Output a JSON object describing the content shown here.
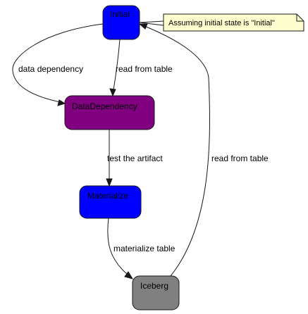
{
  "states": {
    "initial": {
      "label": "Initial",
      "fill": "#0000ff"
    },
    "dependency": {
      "label": "DataDependency",
      "fill": "#800080"
    },
    "materialize": {
      "label": "Materialize",
      "fill": "#0000ff"
    },
    "iceberg": {
      "label": "Iceberg",
      "fill": "#808080"
    }
  },
  "note": {
    "text": "Assuming initial state is \"Initial\"",
    "fill": "#fefece",
    "border": "#a80036"
  },
  "transitions": {
    "initial_to_dependency_left": "data dependency",
    "initial_to_dependency_right": "read from table",
    "dependency_to_materialize": "test the artifact",
    "materialize_to_iceberg": "materialize table",
    "iceberg_to_initial": "read from table"
  },
  "colors": {
    "edge": "#181818",
    "node_border": "#181818"
  }
}
